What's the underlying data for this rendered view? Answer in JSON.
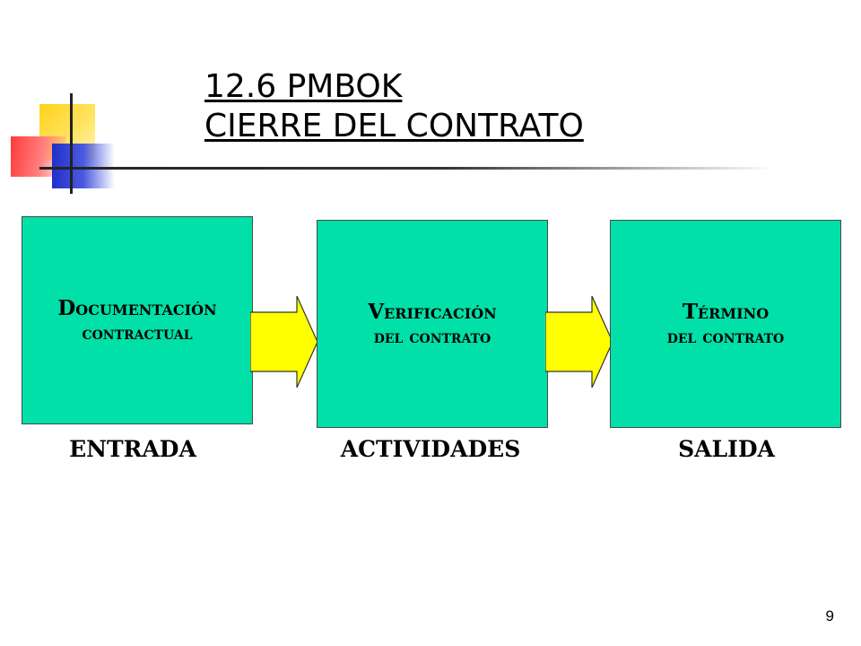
{
  "title": {
    "line1": "12.6 PMBOK",
    "line2": "CIERRE DEL CONTRATO"
  },
  "boxes": [
    {
      "line1": "Documentación",
      "line2": "contractual"
    },
    {
      "line1": "Verificación",
      "line2": "del contrato"
    },
    {
      "line1": "Término",
      "line2": "del contrato"
    }
  ],
  "labels": [
    "ENTRADA",
    "ACTIVIDADES",
    "SALIDA"
  ],
  "page_number": "9",
  "colors": {
    "box_fill": "#00e0a8",
    "arrow_fill": "#ffff00",
    "logo_yellow": "#ffd21a",
    "logo_red": "#ff3a3a",
    "logo_blue": "#2030c8"
  }
}
